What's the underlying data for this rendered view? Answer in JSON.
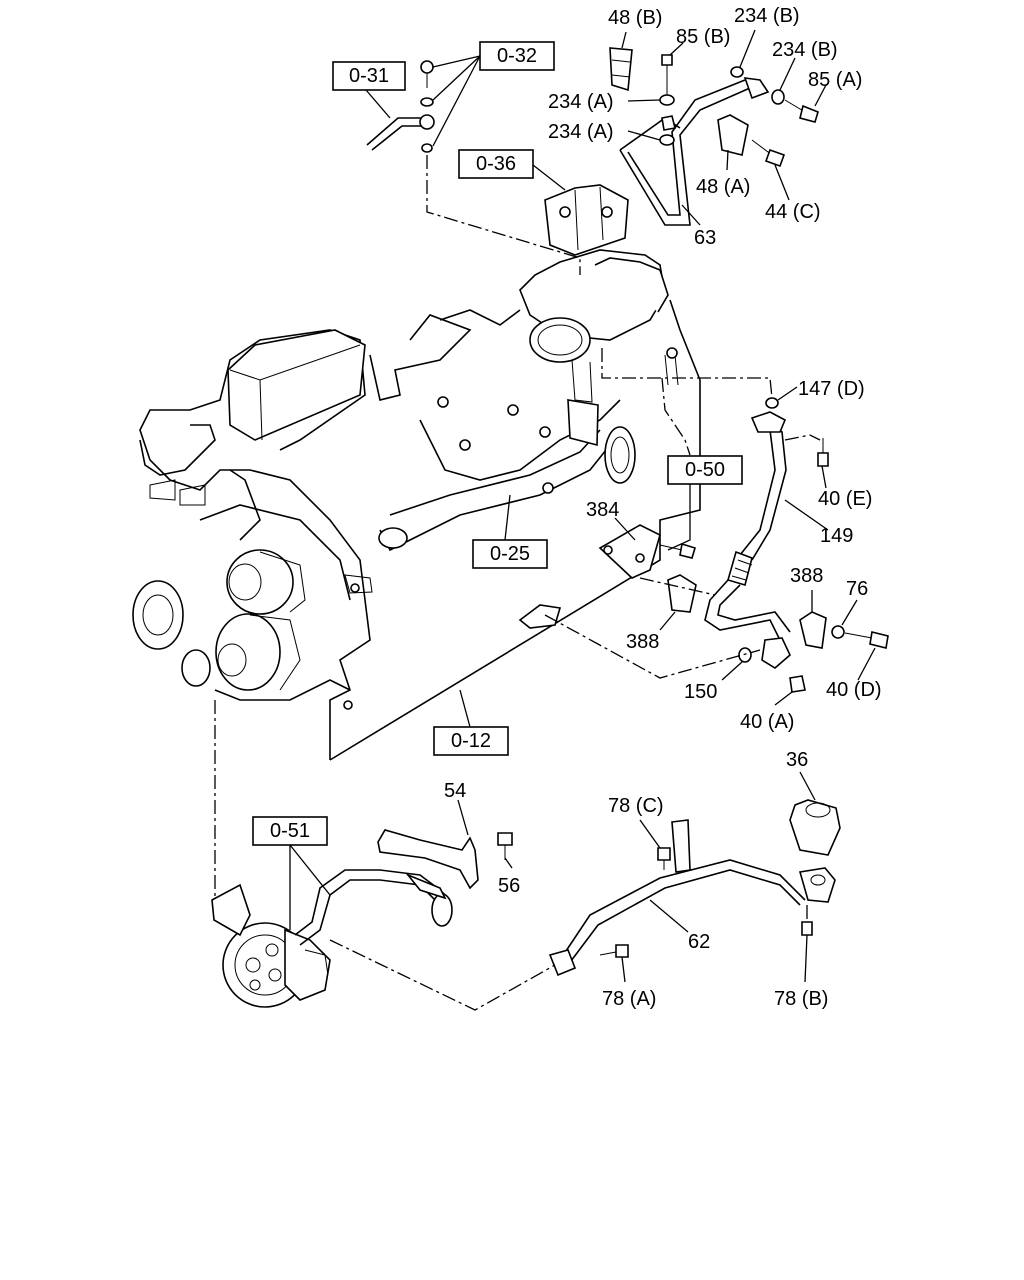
{
  "ref_boxes": [
    "0-31",
    "0-32",
    "0-36",
    "0-50",
    "0-25",
    "0-12",
    "0-51"
  ],
  "part_labels": [
    "48 (B)",
    "85 (B)",
    "234 (B)",
    "234 (B)",
    "85 (A)",
    "234 (A)",
    "234 (A)",
    "48 (A)",
    "44 (C)",
    "63",
    "147 (D)",
    "40 (E)",
    "149",
    "384",
    "388",
    "388",
    "76",
    "40 (D)",
    "150",
    "40 (A)",
    "36",
    "54",
    "56",
    "78 (C)",
    "62",
    "78 (A)",
    "78 (B)"
  ]
}
